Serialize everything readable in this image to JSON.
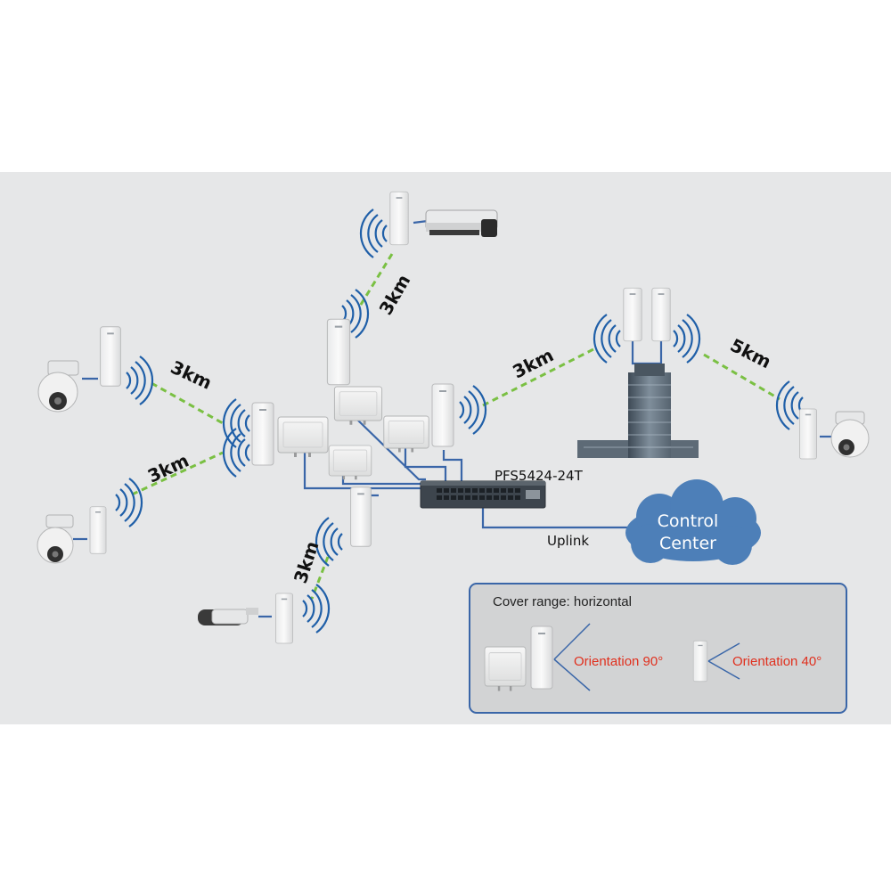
{
  "diagram": {
    "link_labels": {
      "top_camera": "3km",
      "left_upper": "3km",
      "left_lower": "3km",
      "bottom_camera": "3km",
      "building": "3km",
      "right_camera": "5km"
    },
    "switch_label": "PFS5424-24T",
    "uplink_label": "Uplink",
    "cloud": {
      "line1": "Control",
      "line2": "Center"
    },
    "legend": {
      "title": "Cover range: horizontal",
      "orientation_90": "Orientation 90°",
      "orientation_40": "Orientation 40°"
    }
  },
  "colors": {
    "background_panel": "#e6e7e8",
    "wireless_link": "#7ac043",
    "cable": "#3a66a8",
    "signal_wave": "#1f5fa8",
    "cloud": "#4d7fb8",
    "legend_border": "#3a66a8",
    "orientation_text": "#e0301e"
  },
  "icons": [
    "ptz-dome-camera-icon",
    "bullet-camera-icon",
    "box-camera-icon",
    "wireless-bridge-icon",
    "outdoor-access-point-icon",
    "network-switch-icon",
    "building-icon",
    "cloud-icon"
  ]
}
